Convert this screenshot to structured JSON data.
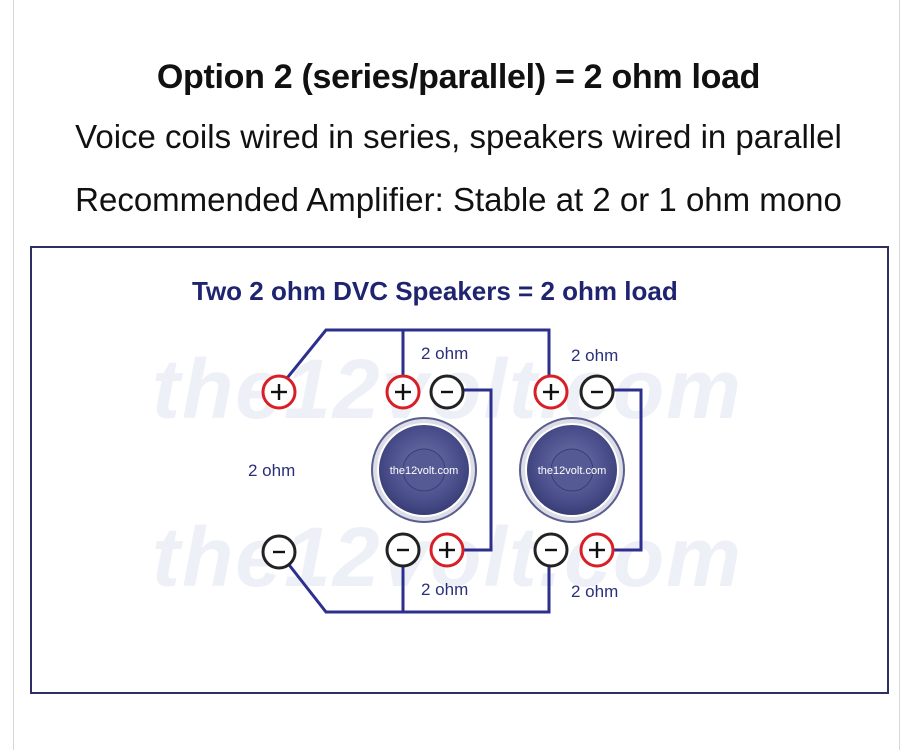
{
  "page": {
    "title": "Option 2 (series/parallel) = 2 ohm load",
    "line1": "Voice coils wired in series, speakers wired in parallel",
    "line2": "Recommended Amplifier: Stable at 2 or 1 ohm mono"
  },
  "diagram": {
    "title": "Two 2 ohm DVC Speakers = 2 ohm load",
    "watermark": "the12volt.com",
    "output_label": "2 ohm",
    "speakers": [
      {
        "coil_top_label": "2 ohm",
        "coil_bottom_label": "2 ohm",
        "cone_label": "the12volt.com"
      },
      {
        "coil_top_label": "2 ohm",
        "coil_bottom_label": "2 ohm",
        "cone_label": "the12volt.com"
      }
    ],
    "colors": {
      "wire": "#2d2f8f",
      "positive_terminal": "#d81f26",
      "negative_terminal": "#222222",
      "cone": "#4a4f8c"
    }
  }
}
